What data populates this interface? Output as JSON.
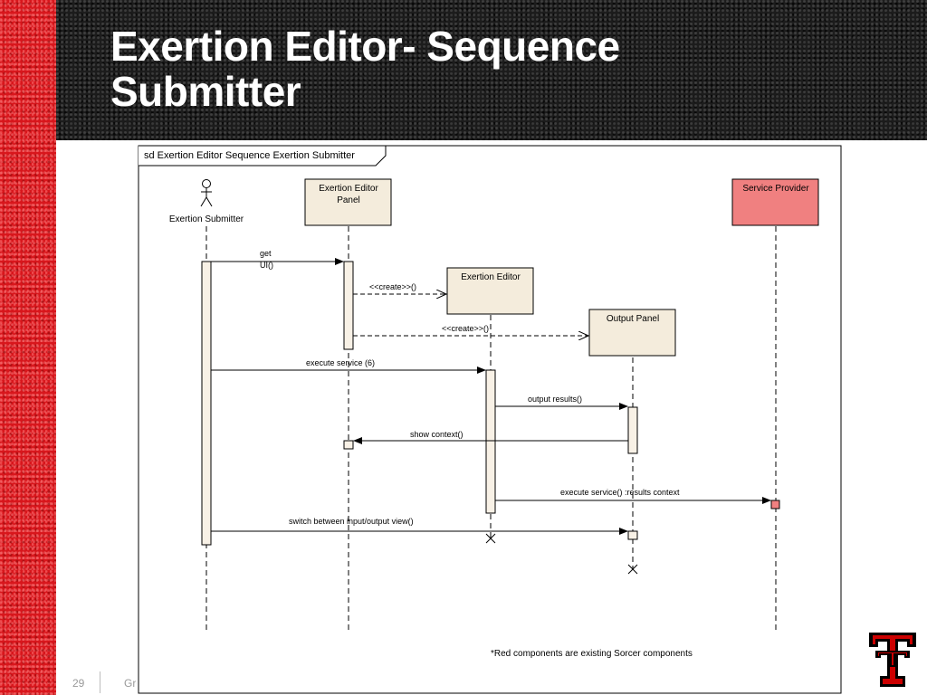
{
  "slide": {
    "title_line1": "Exertion Editor- Sequence",
    "title_line2": "Submitter",
    "page_number": "29",
    "footer_text": "Gre"
  },
  "diagram": {
    "frame_label": "sd Exertion Editor Sequence Exertion Submitter",
    "actor": {
      "label": "Exertion Submitter"
    },
    "participants": {
      "panel_line1": "Exertion Editor",
      "panel_line2": "Panel",
      "editor": "Exertion Editor",
      "output_panel": "Output Panel",
      "service_provider": "Service Provider"
    },
    "messages": {
      "get_ui_line1": "get",
      "get_ui_line2": "UI()",
      "create_editor": "<<create>>()",
      "create_output": "<<create>>()",
      "execute_service": "execute service (6)",
      "output_results": "output results()",
      "show_context": "show context()",
      "execute_service_results": "execute service() :results context",
      "switch_view": "switch between input/output view()"
    },
    "note": "*Red components are existing Sorcer components",
    "colors": {
      "participant_fill": "#f4ecdc",
      "service_provider_fill": "#f08080",
      "activation_fill": "#f8f1e6"
    }
  }
}
